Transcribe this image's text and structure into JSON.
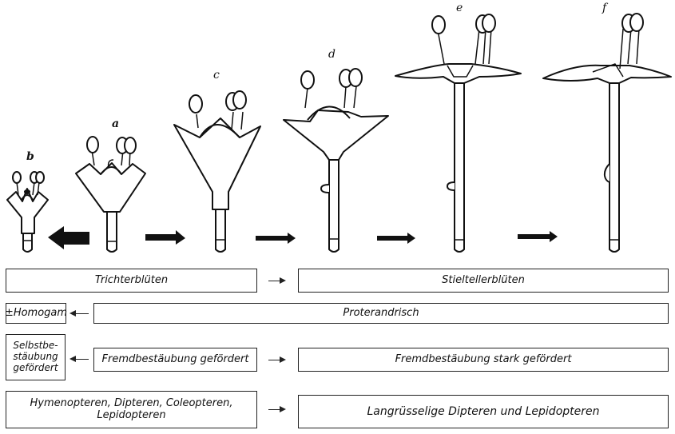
{
  "figure": {
    "labels": {
      "a": "a",
      "b": "b",
      "c": "c",
      "d": "d",
      "e": "e",
      "f": "f"
    }
  },
  "rows": {
    "row1": {
      "left": "Trichterblüten",
      "right": "Stieltellerblüten"
    },
    "row2": {
      "left": "±Homogam",
      "right": "Proterandrisch"
    },
    "row3": {
      "left": "Selbstbe-\nstäubung\ngefördert",
      "middle": "Fremdbestäubung gefördert",
      "right": "Fremdbestäubung stark gefördert"
    },
    "row4": {
      "left": "Hymenopteren, Dipteren, Coleopteren,\nLepidopteren",
      "right": "Langrüsselige Dipteren und Lepidopteren"
    }
  }
}
